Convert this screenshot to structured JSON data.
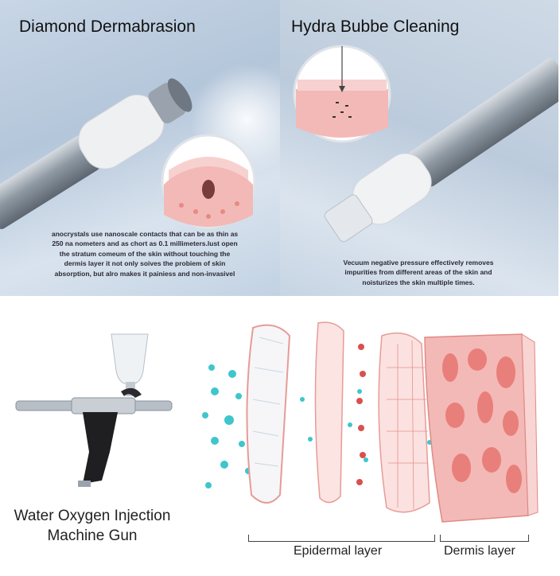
{
  "top_left": {
    "title": "Diamond Dermabrasion",
    "description": "anocrystals use nanoscale contacts that can be as thin as 250 na nometers and as chort as 0.1 millimeters.lust open the stratum comeum of the skin without touching the dermis layer it not only soives the probiem of skin absorption, but alro makes it painiess and non-invasivel"
  },
  "top_right": {
    "title": "Hydra Bubbe Cleaning",
    "description": "Vecuum negative pressure effectively removes impurities from different areas of the skin and noisturizes the skin multiple times."
  },
  "bottom": {
    "gun_caption_line1": "Water Oxygen Injection",
    "gun_caption_line2": "Machine Gun",
    "epidermal_label": "Epidermal layer",
    "dermis_label": "Dermis layer"
  },
  "colors": {
    "skin_pink": "#f3b9b6",
    "droplet_teal": "#3fc6cc",
    "metal": "#9aa3ad"
  }
}
